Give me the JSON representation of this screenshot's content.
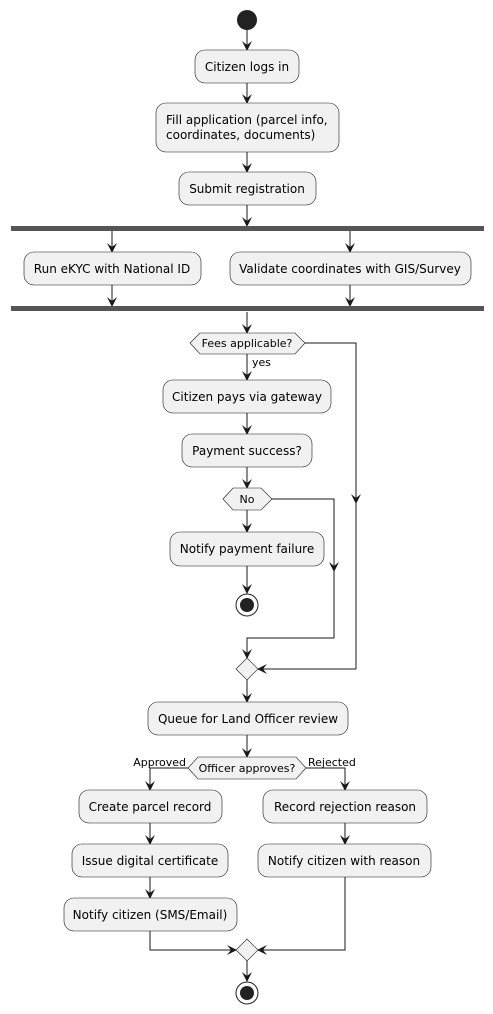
{
  "nodes": {
    "login": "Citizen logs in",
    "fill_1": "Fill application (parcel info,",
    "fill_2": "coordinates, documents)",
    "submit": "Submit registration",
    "ekyc": "Run eKYC with National ID",
    "gis": "Validate coordinates with GIS/Survey",
    "pay": "Citizen pays via gateway",
    "paysuccess": "Payment success?",
    "payfail": "Notify payment failure",
    "queue": "Queue for Land Officer review",
    "create": "Create parcel record",
    "issue": "Issue digital certificate",
    "notify_ok": "Notify citizen (SMS/Email)",
    "reject": "Record rejection reason",
    "notify_reject": "Notify citizen with reason"
  },
  "decisions": {
    "fees": "Fees applicable?",
    "no": "No",
    "officer": "Officer approves?"
  },
  "branch_labels": {
    "yes": "yes",
    "approved": "Approved",
    "rejected": "Rejected"
  }
}
